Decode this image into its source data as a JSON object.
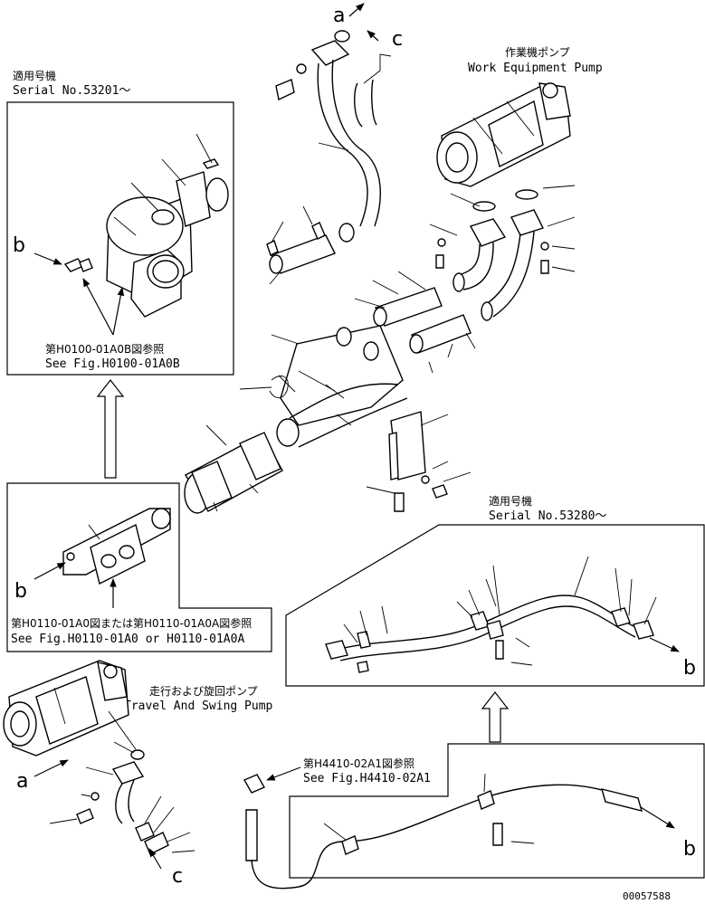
{
  "labels": {
    "serial_top_ja": "適用号機",
    "serial_top_en": "Serial No.53201～",
    "serial_mid_ja": "適用号機",
    "serial_mid_en": "Serial No.53280～",
    "work_pump_ja": "作業機ポンプ",
    "work_pump_en": "Work Equipment Pump",
    "travel_pump_ja": "走行および旋回ポンプ",
    "travel_pump_en": "Travel And Swing Pump",
    "ref_h0100_ja": "第H0100-01A0B図参照",
    "ref_h0100_en": "See Fig.H0100-01A0B",
    "ref_h0110_ja": "第H0110-01A0図または第H0110-01A0A図参照",
    "ref_h0110_en": "See Fig.H0110-01A0 or H0110-01A0A",
    "ref_h4410_ja": "第H4410-02A1図参照",
    "ref_h4410_en": "See Fig.H4410-02A1",
    "drawing_no": "00057588"
  },
  "markers": {
    "a_top": "a",
    "c_top": "c",
    "b_box1": "b",
    "b_box2": "b",
    "b_mid_right": "b",
    "b_bottom_right": "b",
    "a_bottom": "a",
    "c_bottom": "c"
  }
}
